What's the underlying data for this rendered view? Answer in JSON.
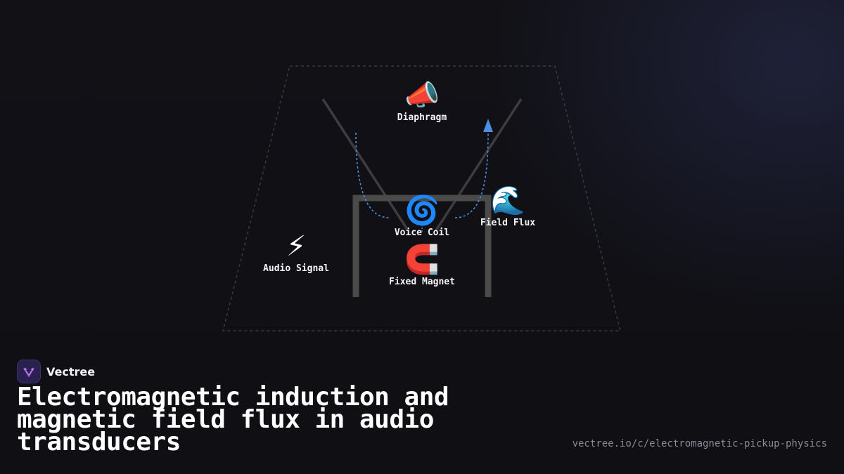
{
  "diagram": {
    "nodes": [
      {
        "id": "diaphragm",
        "icon": "megaphone-icon",
        "emoji": "📣",
        "label": "Diaphragm"
      },
      {
        "id": "field_flux",
        "icon": "wave-icon",
        "emoji": "🌊",
        "label": "Field Flux"
      },
      {
        "id": "voice_coil",
        "icon": "spiral-icon",
        "emoji": "🌀",
        "label": "Voice Coil"
      },
      {
        "id": "audio_signal",
        "icon": "lightning-icon",
        "emoji": "⚡",
        "label": "Audio Signal"
      },
      {
        "id": "fixed_magnet",
        "icon": "magnet-icon",
        "emoji": "🧲",
        "label": "Fixed Magnet"
      }
    ],
    "colors": {
      "frame": "#4a4a4a",
      "cone": "#3d3d40",
      "outline_dashed": "#3a3a3e",
      "flux_arrow": "#4a8fe0",
      "background": "#101016"
    }
  },
  "brand": {
    "name": "Vectree",
    "logo_color": "#2a2150",
    "accent": "#a24bd8"
  },
  "title": "Electromagnetic induction and magnetic field flux in audio transducers",
  "url": "vectree.io/c/electromagnetic-pickup-physics"
}
